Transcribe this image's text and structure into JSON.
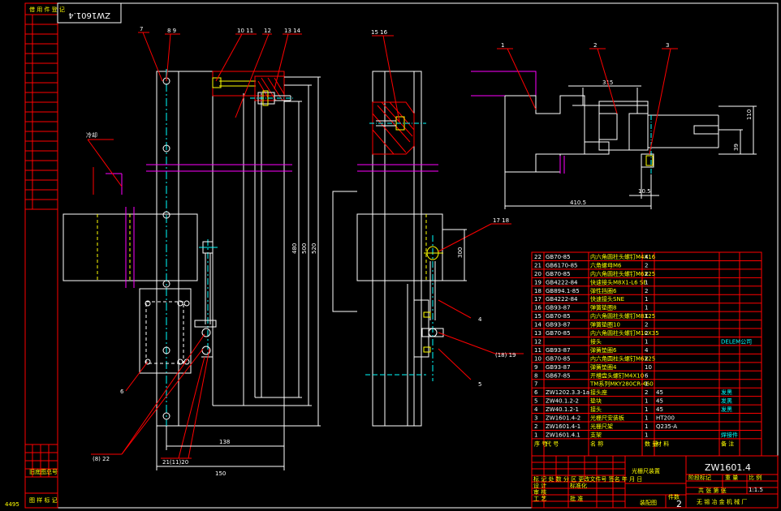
{
  "header_stamp": "ZW1601.4",
  "balloons": {
    "b7": "7",
    "b89": "8 9",
    "b1011": "10 11",
    "b12": "12",
    "b1314": "13 14",
    "b1516": "15 16",
    "b1718": "17 18",
    "b4": "4",
    "b18_19": "(18)  19",
    "b5": "5",
    "b6": "6",
    "b8_22": "(8)  22",
    "b21_11_20": "21(11)20",
    "r1": "1",
    "r2": "2",
    "r3": "3"
  },
  "dims": {
    "d480": "480",
    "d500": "500",
    "d520": "520",
    "d300": "300",
    "d138": "138",
    "d150": "150",
    "d315": "315",
    "d110": "110",
    "d39": "39",
    "d105": "10.5",
    "d4105": "410.5"
  },
  "side_label": "冷却",
  "corner_number": "4495",
  "left_strip": {
    "top": "借 用 件 登 记",
    "bottom": "图 样 标 记",
    "mid": "旧底图总号"
  },
  "bom_rows": [
    {
      "no": "22",
      "code": "GB70-85",
      "name": "内六角圆柱头螺钉M4X16",
      "qty": "4",
      "mat": "",
      "note": ""
    },
    {
      "no": "21",
      "code": "GB6170-85",
      "name": "六角螺母M6",
      "qty": "2",
      "mat": "",
      "note": ""
    },
    {
      "no": "20",
      "code": "GB70-85",
      "name": "内六角圆柱头螺钉M6X25",
      "qty": "2",
      "mat": "",
      "note": ""
    },
    {
      "no": "19",
      "code": "GB4222-84",
      "name": "快速接头M8X1-L6 SE",
      "qty": "1",
      "mat": "",
      "note": ""
    },
    {
      "no": "18",
      "code": "GB894.1-85",
      "name": "弹性挡圈6",
      "qty": "2",
      "mat": "",
      "note": ""
    },
    {
      "no": "17",
      "code": "GB4222-84",
      "name": "快速接头SNE",
      "qty": "1",
      "mat": "",
      "note": ""
    },
    {
      "no": "16",
      "code": "GB93-87",
      "name": "弹簧垫圈8",
      "qty": "1",
      "mat": "",
      "note": ""
    },
    {
      "no": "15",
      "code": "GB70-85",
      "name": "内六角圆柱头螺钉M8X25",
      "qty": "1",
      "mat": "",
      "note": ""
    },
    {
      "no": "14",
      "code": "GB93-87",
      "name": "弹簧垫圈10",
      "qty": "2",
      "mat": "",
      "note": ""
    },
    {
      "no": "13",
      "code": "GB70-85",
      "name": "内六角圆柱头螺钉M10X35",
      "qty": "2",
      "mat": "",
      "note": ""
    },
    {
      "no": "12",
      "code": "",
      "name": "接头",
      "qty": "1",
      "mat": "",
      "note": "DELEM公司"
    },
    {
      "no": "11",
      "code": "GB93-87",
      "name": "弹簧垫圈6",
      "qty": "4",
      "mat": "",
      "note": ""
    },
    {
      "no": "10",
      "code": "GB70-85",
      "name": "内六角圆柱头螺钉M6X25",
      "qty": "2",
      "mat": "",
      "note": ""
    },
    {
      "no": "9",
      "code": "GB93-87",
      "name": "弹簧垫圈4",
      "qty": "10",
      "mat": "",
      "note": ""
    },
    {
      "no": "8",
      "code": "GB67-85",
      "name": "开槽盘头螺钉M4X10",
      "qty": "6",
      "mat": "",
      "note": ""
    },
    {
      "no": "7",
      "code": "",
      "name": "TM系列MKY280CR-460",
      "qty": "1",
      "mat": "",
      "note": ""
    },
    {
      "no": "6",
      "code": "ZW1202.3.3-1a",
      "name": "接头座",
      "qty": "2",
      "mat": "45",
      "note": "发黑"
    },
    {
      "no": "5",
      "code": "ZW40.1.2-2",
      "name": "垫块",
      "qty": "1",
      "mat": "45",
      "note": "发黑"
    },
    {
      "no": "4",
      "code": "ZW40.1.2-1",
      "name": "接头",
      "qty": "1",
      "mat": "45",
      "note": "发黑"
    },
    {
      "no": "3",
      "code": "ZW1601.4-2",
      "name": "光栅尺安装板",
      "qty": "1",
      "mat": "HT200",
      "note": ""
    },
    {
      "no": "2",
      "code": "ZW1601.4-1",
      "name": "光栅尺架",
      "qty": "1",
      "mat": "Q235-A",
      "note": ""
    },
    {
      "no": "1",
      "code": "ZW1601.4.1",
      "name": "支架",
      "qty": "1",
      "mat": "",
      "note": "焊接件"
    }
  ],
  "bom_header": {
    "no": "序 号",
    "code": "代 号",
    "name": "名 称",
    "qty": "数 量",
    "mat": "材 料",
    "note": "备 注"
  },
  "title_block": {
    "drawing_no": "ZW1601.4",
    "title": "光栅尺装置",
    "assembly": "装配图",
    "scale": "1:1.5",
    "qty_label": "件数",
    "qty": "2",
    "company": "无 锡 冶 金 机 械 厂",
    "row_labels": "标 记 处 数 分 区 更改文件号 签名 年 月 日",
    "design": "设 计",
    "std": "标准化",
    "check": "审 核",
    "craft": "工 艺",
    "approve": "批 准",
    "stage": "阶段标记",
    "weight": "重 量",
    "ratio": "比 例",
    "sheet": "共  张  第  张"
  },
  "colors": {
    "outline": "#ffffff",
    "red": "#ff0000",
    "cyan": "#00ffff",
    "magenta": "#ff00ff",
    "yellow": "#ffff00",
    "green": "#00ff00",
    "table_grid": "#ff0000"
  }
}
